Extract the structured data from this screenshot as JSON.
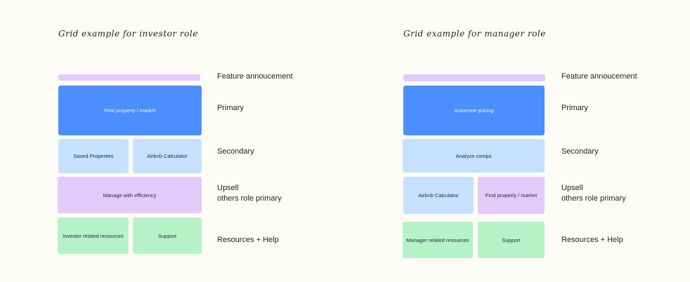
{
  "panels": [
    {
      "title": "Grid example for investor role",
      "primary": "Find property / market",
      "secondary": [
        "Saved Properties",
        "Airbnb Calculator"
      ],
      "upsell": [
        "Manage with efficiency"
      ],
      "resources": [
        "Investor related resources",
        "Support"
      ]
    },
    {
      "title": "Grid example for manager role",
      "primary": "Automate pricing",
      "secondary": [
        "Analyze comps"
      ],
      "upsell": [
        "Airbnb Calculator",
        "Find property / market"
      ],
      "resources": [
        "Manager related resources",
        "Support"
      ]
    }
  ],
  "row_labels": {
    "feature": "Feature annoucement",
    "primary": "Primary",
    "secondary": "Secondary",
    "upsell_1": "Upsell",
    "upsell_2": "others role primary",
    "resources": "Resources + Help"
  },
  "colors": {
    "feature": "#e4c9fb",
    "primary": "#4a8eff",
    "secondary": "#c5e1fd",
    "upsell": "#e4c9fb",
    "resources": "#b5f3c7"
  }
}
